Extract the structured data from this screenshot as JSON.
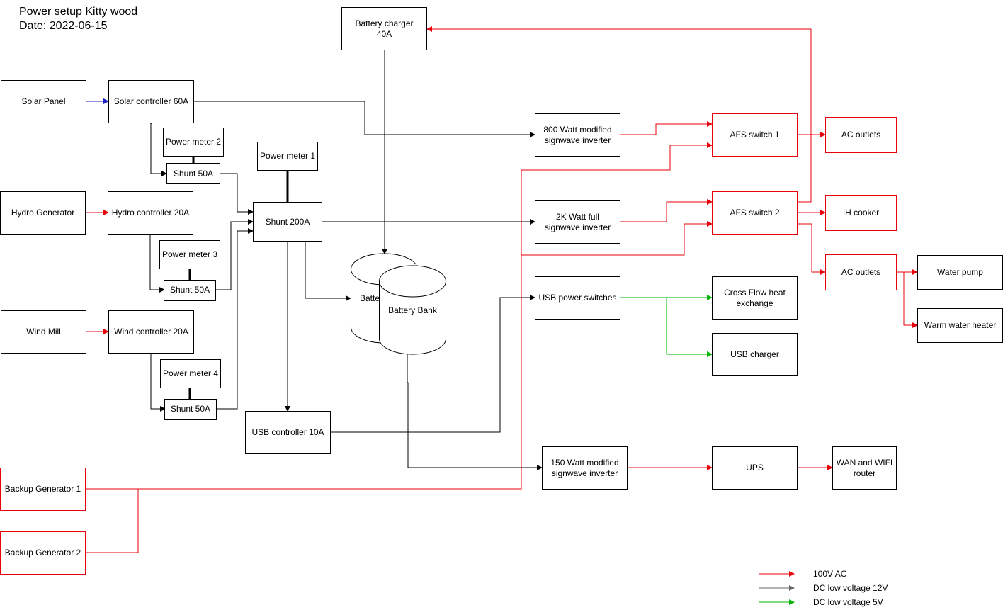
{
  "header": {
    "title": "Power setup Kitty wood",
    "date": "Date: 2022-06-15"
  },
  "nodes": {
    "battery_charger": [
      "Battery charger",
      "40A"
    ],
    "solar_panel": [
      "Solar Panel"
    ],
    "solar_controller": [
      "Solar controller 60A"
    ],
    "power_meter_2": [
      "Power meter 2"
    ],
    "shunt_50a_1": [
      "Shunt 50A"
    ],
    "power_meter_1": [
      "Power meter 1"
    ],
    "shunt_200a": [
      "Shunt 200A"
    ],
    "hydro_generator": [
      "Hydro Generator"
    ],
    "hydro_controller": [
      "Hydro controller 20A"
    ],
    "power_meter_3": [
      "Power meter 3"
    ],
    "shunt_50a_2": [
      "Shunt 50A"
    ],
    "wind_mill": [
      "Wind Mill"
    ],
    "wind_controller": [
      "Wind controller 20A"
    ],
    "power_meter_4": [
      "Power meter 4"
    ],
    "shunt_50a_3": [
      "Shunt 50A"
    ],
    "battery_bank_back": [
      "Batte"
    ],
    "battery_bank": [
      "Battery Bank"
    ],
    "usb_controller": [
      "USB controller 10A"
    ],
    "inverter_800w": [
      "800 Watt modified",
      "signwave inverter"
    ],
    "inverter_2k": [
      "2K Watt full",
      "signwave inverter"
    ],
    "usb_power_switches": [
      "USB power switches"
    ],
    "inverter_150w": [
      "150 Watt modified",
      "signwave inverter"
    ],
    "afs_switch_1": [
      "AFS switch 1"
    ],
    "afs_switch_2": [
      "AFS switch 2"
    ],
    "cross_flow": [
      "Cross Flow heat",
      "exchange"
    ],
    "usb_charger": [
      "USB charger"
    ],
    "ups": [
      "UPS"
    ],
    "ac_outlets_1": [
      "AC outlets"
    ],
    "ih_cooker": [
      "IH cooker"
    ],
    "ac_outlets_2": [
      "AC outlets"
    ],
    "wan_router": [
      "WAN and WIFI",
      "router"
    ],
    "water_pump": [
      "Water pump"
    ],
    "warm_water_heater": [
      "Warm water heater"
    ],
    "backup_gen_1": [
      "Backup Generator 1"
    ],
    "backup_gen_2": [
      "Backup Generator 2"
    ]
  },
  "legend": [
    {
      "label": "100V AC",
      "color": "#e8000b"
    },
    {
      "label": "DC low voltage 12V",
      "color": "#666666"
    },
    {
      "label": "DC low voltage 5V",
      "color": "#00b400"
    }
  ],
  "colors": {
    "ac": "#e8000b",
    "dc12": "#000000",
    "dc5": "#00b400",
    "solar": "#2020c0"
  }
}
